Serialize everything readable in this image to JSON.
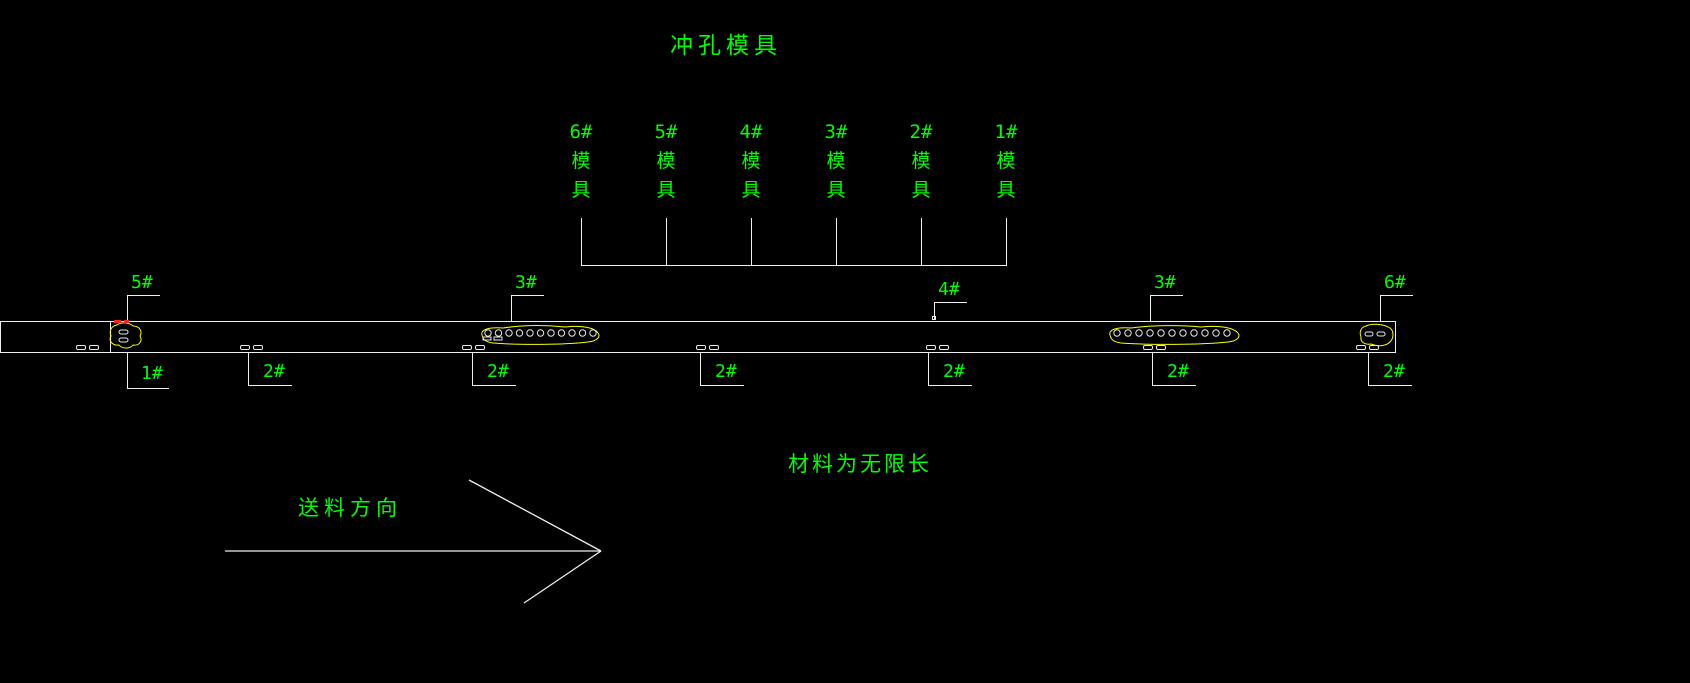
{
  "title": "冲孔模具",
  "dies": [
    {
      "num": "6#",
      "char1": "模",
      "char2": "具"
    },
    {
      "num": "5#",
      "char1": "模",
      "char2": "具"
    },
    {
      "num": "4#",
      "char1": "模",
      "char2": "具"
    },
    {
      "num": "3#",
      "char1": "模",
      "char2": "具"
    },
    {
      "num": "2#",
      "char1": "模",
      "char2": "具"
    },
    {
      "num": "1#",
      "char1": "模",
      "char2": "具"
    }
  ],
  "strip_top_labels": [
    {
      "text": "5#"
    },
    {
      "text": "3#"
    },
    {
      "text": "4#"
    },
    {
      "text": "3#"
    },
    {
      "text": "6#"
    }
  ],
  "strip_bottom_labels": [
    {
      "text": "1#"
    },
    {
      "text": "2#"
    },
    {
      "text": "2#"
    },
    {
      "text": "2#"
    },
    {
      "text": "2#"
    },
    {
      "text": "2#"
    },
    {
      "text": "2#"
    }
  ],
  "notes": {
    "material": "材料为无限长",
    "feed": "送料方向"
  },
  "colors": {
    "background": "#000000",
    "text_green": "#00ff00",
    "line_white": "#efefef",
    "feature_yellow": "#ffff00",
    "mark_red": "#ff2222"
  }
}
